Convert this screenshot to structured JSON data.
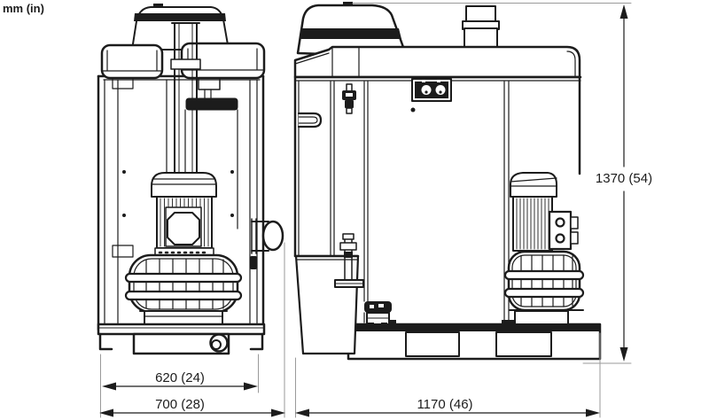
{
  "units_label": "mm (in)",
  "dimensions": {
    "base_width": "620 (24)",
    "overall_width": "700 (28)",
    "overall_depth": "1170 (46)",
    "overall_height": "1370 (54)"
  },
  "colors": {
    "line": "#1c1c1c",
    "extension_line": "#9a9a9a",
    "background": "#ffffff"
  }
}
